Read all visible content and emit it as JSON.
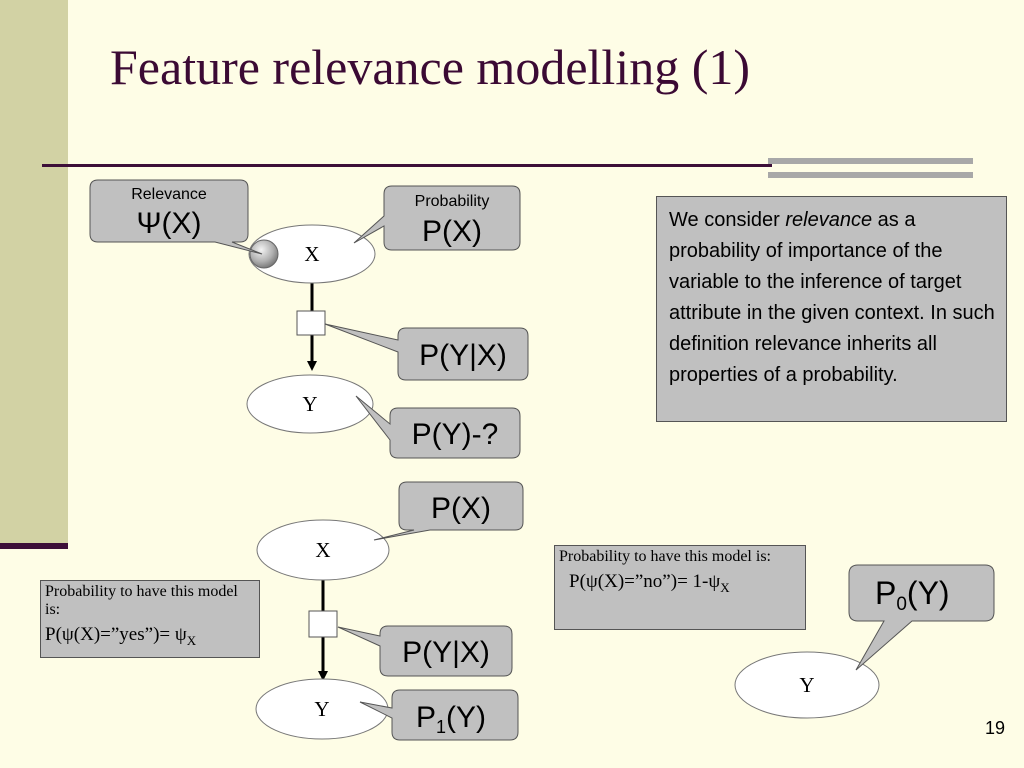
{
  "slide": {
    "title": "Feature relevance modelling (1)",
    "page_number": "19"
  },
  "top_diagram": {
    "relevance_label": "Relevance",
    "relevance_formula": "Ψ(X)",
    "probability_label": "Probability",
    "probability_formula": "P(X)",
    "node_x": "X",
    "node_y": "Y",
    "conditional": "P(Y|X)",
    "unknown": "P(Y)-?"
  },
  "note": {
    "text_before": "We consider ",
    "text_emphasis": "relevance",
    "text_after": " as a probability of importance of the variable to the inference of target attribute in the given context. In such definition relevance inherits all properties of a probability."
  },
  "bottom_diagram": {
    "px": "P(X)",
    "node_x": "X",
    "node_y": "Y",
    "conditional": "P(Y|X)",
    "p1_base": "P",
    "p1_sub": "1",
    "p1_tail": "(Y)",
    "prob_yes_caption": "Probability to have this model is:",
    "prob_yes_formula": "P(ψ(X)=”yes”)= ψ",
    "prob_yes_sub": "X"
  },
  "right_diagram": {
    "prob_no_caption": "Probability to have this model is:",
    "prob_no_formula": "P(ψ(X)=”no”)= 1-ψ",
    "prob_no_sub": "X",
    "p0_base": "P",
    "p0_sub": "0",
    "p0_tail": "(Y)",
    "node_y": "Y"
  },
  "colors": {
    "background": "#fefde6",
    "title": "#3b0a34",
    "left_band": "#d2d2a4",
    "rule": "#3d0f38",
    "callout_fill": "#c0c0c0"
  }
}
